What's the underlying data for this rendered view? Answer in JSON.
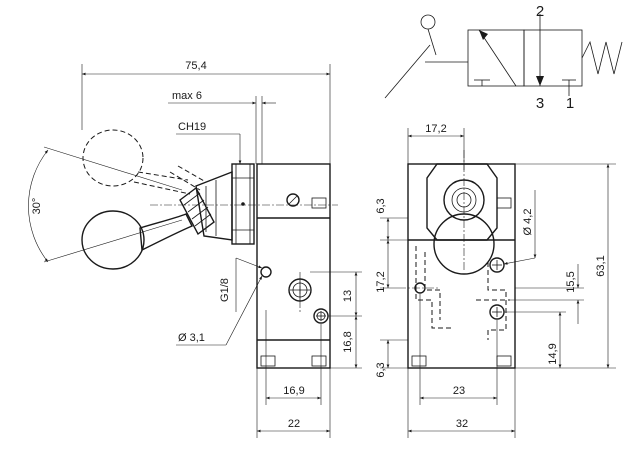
{
  "side_view": {
    "overall_length": "75,4",
    "max_stroke": "max 6",
    "hex_nut": "CH19",
    "lever_angle": "30°",
    "port_thread": "G1/8",
    "mount_hole": "Ø 3,1",
    "dim_13": "13",
    "dim_16_8": "16,8",
    "dim_16_9": "16,9",
    "width": "22"
  },
  "front_view": {
    "top_width": "17,2",
    "dim_6_3_top": "6,3",
    "dim_17_2": "17,2",
    "dim_6_3_bottom": "6,3",
    "hole_dia": "Ø 4,2",
    "height": "63,1",
    "dim_15_5": "15,5",
    "dim_14_9": "14,9",
    "hole_spacing": "23",
    "width": "32"
  },
  "symbol": {
    "port_2": "2",
    "port_3": "3",
    "port_1": "1"
  }
}
